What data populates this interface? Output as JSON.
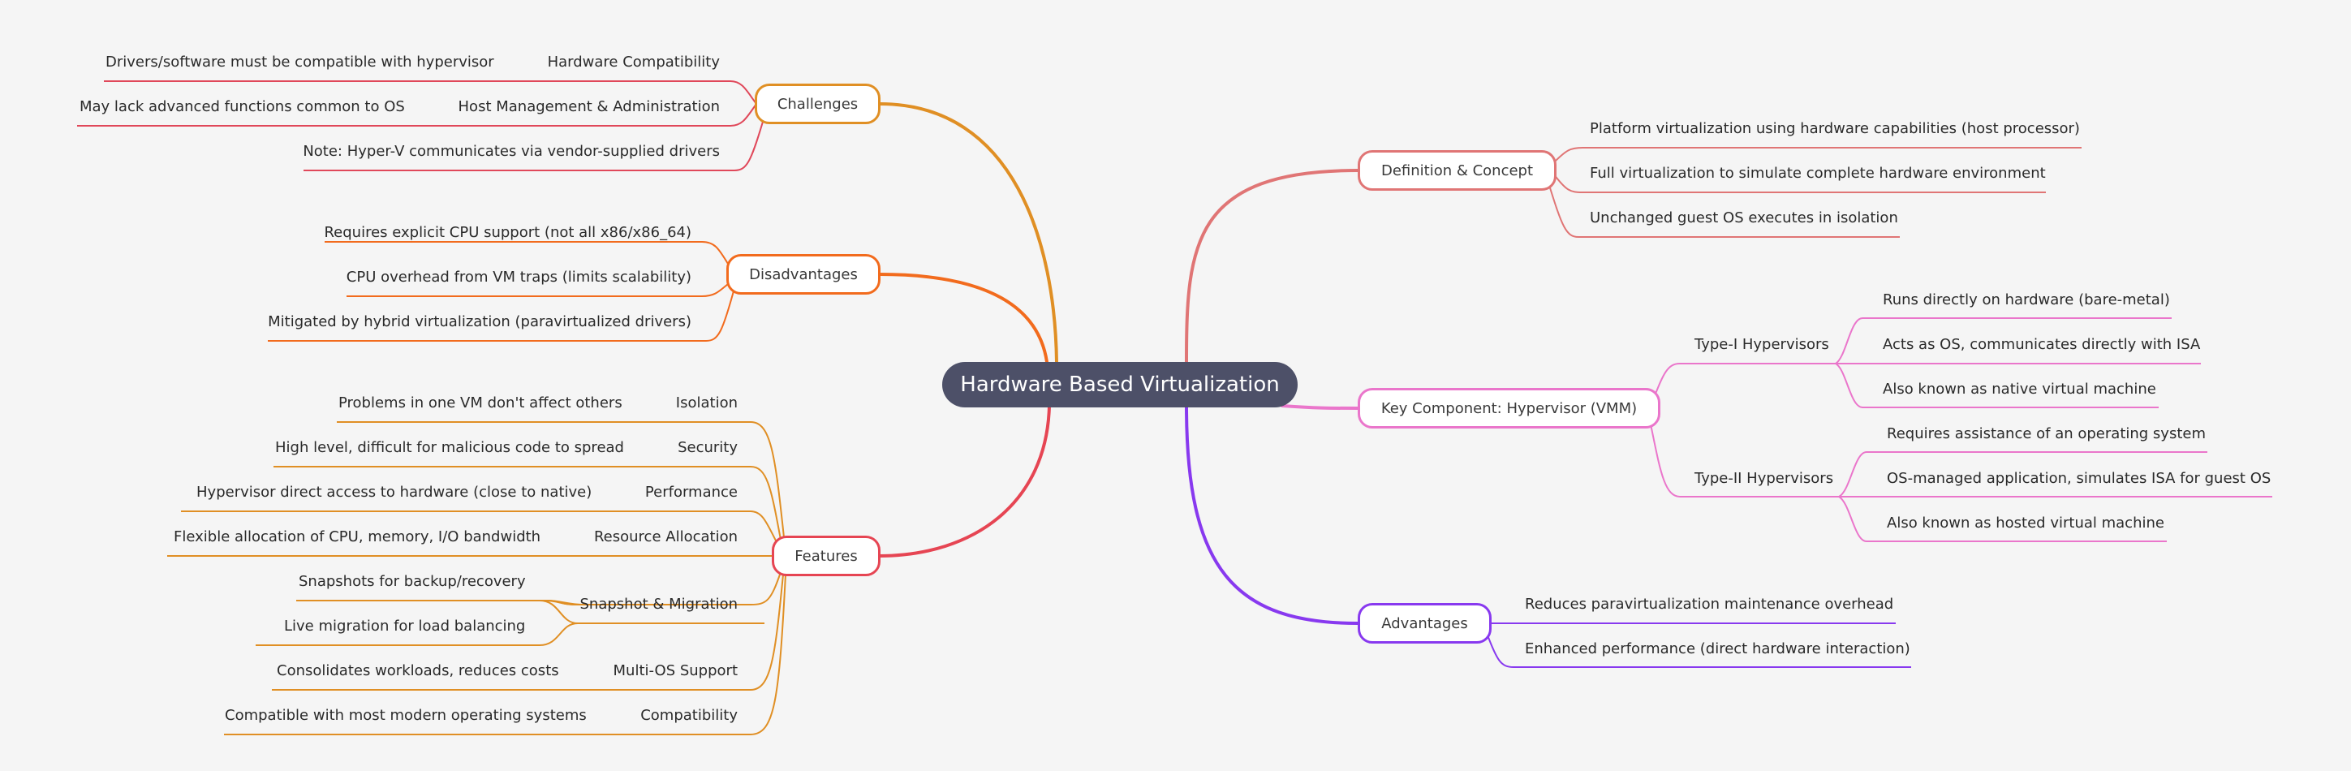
{
  "root": {
    "label": "Hardware Based Virtualization",
    "color": "#4d5068"
  },
  "branches": {
    "challenges": {
      "label": "Challenges",
      "color": "#e08f24",
      "child_color": "#e0485a",
      "items": [
        {
          "label": "Hardware Compatibility",
          "detail": "Drivers/software must be compatible with hypervisor"
        },
        {
          "label": "Host Management & Administration",
          "detail": "May lack advanced functions common to OS"
        },
        {
          "label": "Note: Hyper-V communicates via vendor-supplied drivers"
        }
      ]
    },
    "disadvantages": {
      "label": "Disadvantages",
      "color": "#f26b1d",
      "items": [
        {
          "label": "Requires explicit CPU support (not all x86/x86_64)"
        },
        {
          "label": "CPU overhead from VM traps (limits scalability)"
        },
        {
          "label": "Mitigated by hybrid virtualization (paravirtualized drivers)"
        }
      ]
    },
    "features": {
      "label": "Features",
      "color": "#e64553",
      "child_color": "#e08f24",
      "items": [
        {
          "label": "Isolation",
          "detail": "Problems in one VM don't affect others"
        },
        {
          "label": "Security",
          "detail": "High level, difficult for malicious code to spread"
        },
        {
          "label": "Performance",
          "detail": "Hypervisor direct access to hardware (close to native)"
        },
        {
          "label": "Resource Allocation",
          "detail": "Flexible allocation of CPU, memory, I/O bandwidth"
        },
        {
          "label": "Snapshot & Migration",
          "details": [
            "Snapshots for backup/recovery",
            "Live migration for load balancing"
          ]
        },
        {
          "label": "Multi-OS Support",
          "detail": "Consolidates workloads, reduces costs"
        },
        {
          "label": "Compatibility",
          "detail": "Compatible with most modern operating systems"
        }
      ]
    },
    "definition": {
      "label": "Definition & Concept",
      "color": "#e07575",
      "items": [
        {
          "label": "Platform virtualization using hardware capabilities (host processor)"
        },
        {
          "label": "Full virtualization to simulate complete hardware environment"
        },
        {
          "label": "Unchanged guest OS executes in isolation"
        }
      ]
    },
    "hypervisor": {
      "label": "Key Component: Hypervisor (VMM)",
      "color": "#ea76cb",
      "items": [
        {
          "label": "Type-I Hypervisors",
          "details": [
            "Runs directly on hardware (bare-metal)",
            "Acts as OS, communicates directly with ISA",
            "Also known as native virtual machine"
          ]
        },
        {
          "label": "Type-II Hypervisors",
          "details": [
            "Requires assistance of an operating system",
            "OS-managed application, simulates ISA for guest OS",
            "Also known as hosted virtual machine"
          ]
        }
      ]
    },
    "advantages": {
      "label": "Advantages",
      "color": "#8839ef",
      "items": [
        {
          "label": "Reduces paravirtualization maintenance overhead"
        },
        {
          "label": "Enhanced performance (direct hardware interaction)"
        }
      ]
    }
  }
}
